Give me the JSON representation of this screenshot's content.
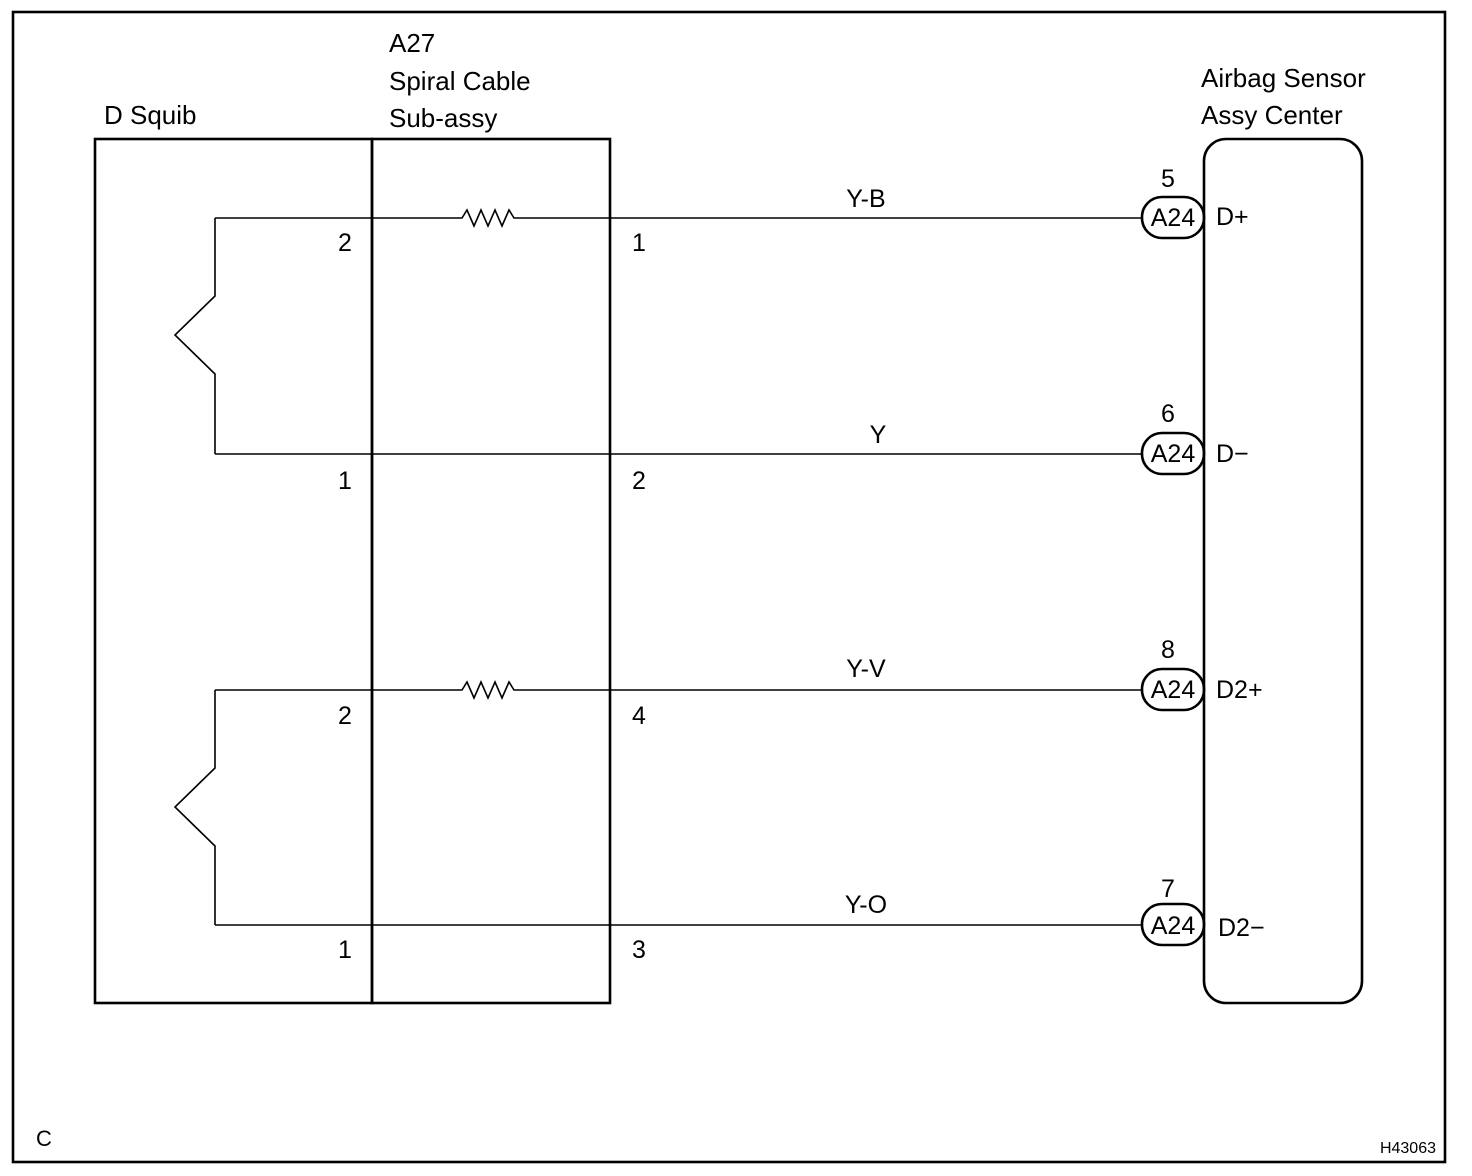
{
  "components": {
    "squib": {
      "label": "D Squib"
    },
    "spiral": {
      "code": "A27",
      "name_line1": "Spiral Cable",
      "name_line2": "Sub-assy"
    },
    "sensor": {
      "name_line1": "Airbag Sensor",
      "name_line2": "Assy Center"
    }
  },
  "circuits": [
    {
      "wire_color": "Y-B",
      "squib_pin": "2",
      "spiral_pin": "1",
      "connector": "A24",
      "connector_pin": "5",
      "terminal": "D+",
      "has_resistor": true
    },
    {
      "wire_color": "Y",
      "squib_pin": "1",
      "spiral_pin": "2",
      "connector": "A24",
      "connector_pin": "6",
      "terminal": "D−",
      "has_resistor": false
    },
    {
      "wire_color": "Y-V",
      "squib_pin": "2",
      "spiral_pin": "4",
      "connector": "A24",
      "connector_pin": "8",
      "terminal": "D2+",
      "has_resistor": true
    },
    {
      "wire_color": "Y-O",
      "squib_pin": "1",
      "spiral_pin": "3",
      "connector": "A24",
      "connector_pin": "7",
      "terminal": "D2−",
      "has_resistor": false
    }
  ],
  "footer": {
    "corner_label": "C",
    "figure_id": "H43063"
  }
}
